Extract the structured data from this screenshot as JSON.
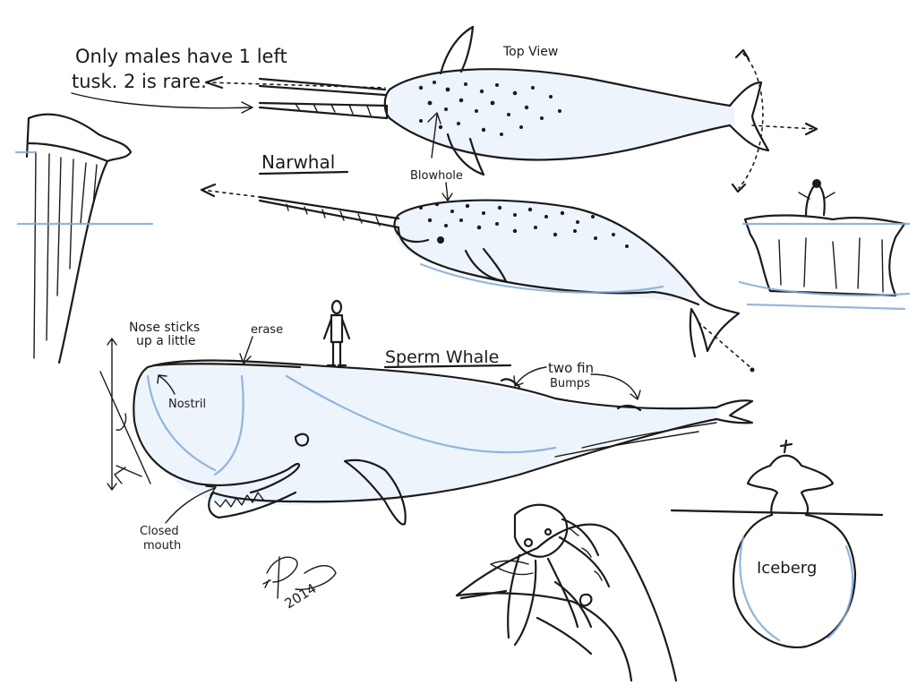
{
  "labels": {
    "tusk_note_line1": "Only males have 1 left",
    "tusk_note_line2": "tusk. 2 is rare.",
    "top_view": "Top View",
    "narwhal": "Narwhal",
    "blowhole": "Blowhole",
    "sperm_whale": "Sperm Whale",
    "nose_sticks_line1": "Nose sticks",
    "nose_sticks_line2": "up a little",
    "erase": "erase",
    "nostril": "Nostril",
    "two_fin_line1": "two fin",
    "two_fin_line2": "Bumps",
    "closed_line1": "Closed",
    "closed_line2": "mouth",
    "iceberg": "Iceberg",
    "signature_year": "2014"
  },
  "colors": {
    "ink": "#1b1b1b",
    "pencil_blue": "#7fa9d9",
    "paper": "#ffffff"
  }
}
